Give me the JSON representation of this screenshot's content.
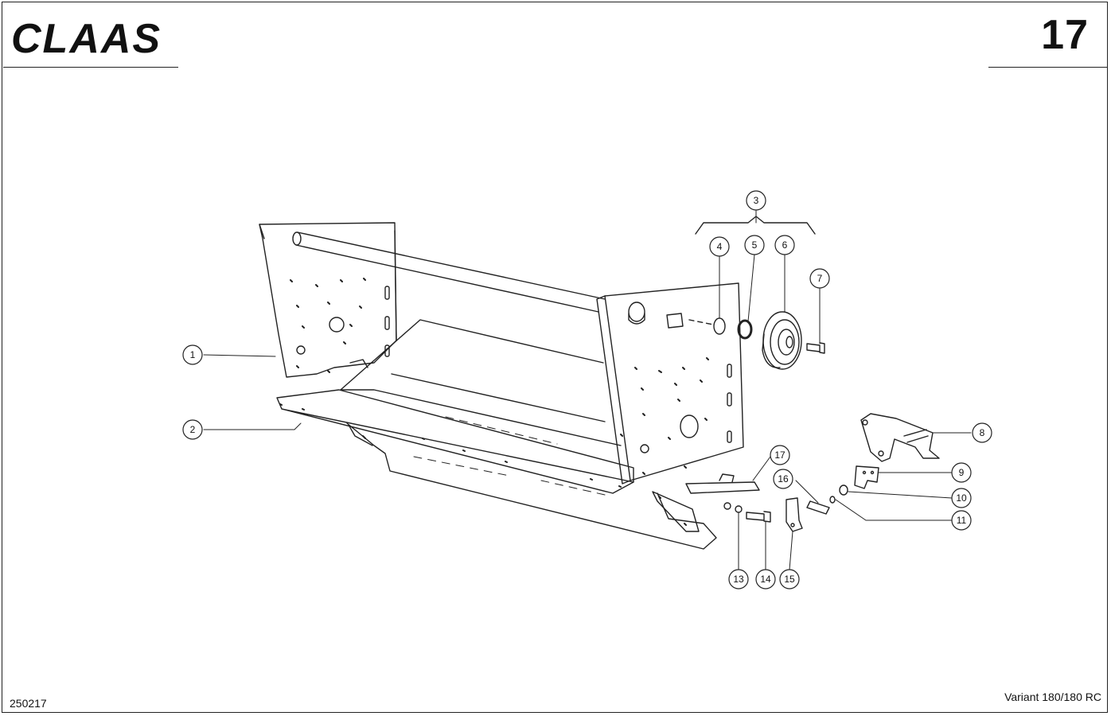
{
  "header": {
    "brand": "CLAAS",
    "page_number": "17"
  },
  "footer": {
    "reference": "250217",
    "model": "Variant 180/180 RC"
  },
  "callouts": [
    "1",
    "2",
    "3",
    "4",
    "5",
    "6",
    "7",
    "8",
    "9",
    "10",
    "11",
    "13",
    "14",
    "15",
    "16",
    "17"
  ]
}
